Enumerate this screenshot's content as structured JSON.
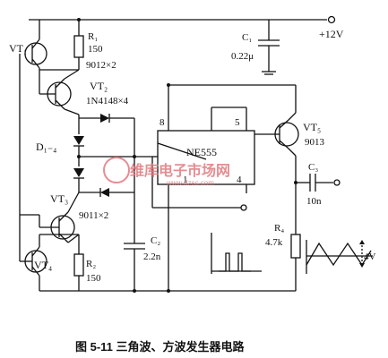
{
  "caption": "图 5-11   三角波、方波发生器电路",
  "supply": "+12V",
  "components": {
    "vt1": "VT₁",
    "r1_name": "R₁",
    "r1_value": "150",
    "vt1_type": "9012×2",
    "vt2": "VT₂",
    "diode_type": "1N4148×4",
    "diodes": "D₁₋₄",
    "vt3": "VT₃",
    "vt3_type": "9011×2",
    "vt4": "VT₄",
    "r2_name": "R₂",
    "r2_value": "150",
    "c1_name": "C₁",
    "c1_value": "0.22μ",
    "c2_name": "C₂",
    "c2_value": "2.2n",
    "ic_name": "NE555",
    "pin8": "8",
    "pin5": "5",
    "pin1": "1",
    "pin4": "4",
    "vt5": "VT₅",
    "vt5_type": "9013",
    "c3_name": "C₃",
    "c3_value": "10n",
    "r4_name": "R₄",
    "r4_value": "4.7k",
    "amplitude": "4V"
  },
  "watermark": {
    "brand": "维库电子市场网",
    "url": "www.dzsc.com"
  }
}
